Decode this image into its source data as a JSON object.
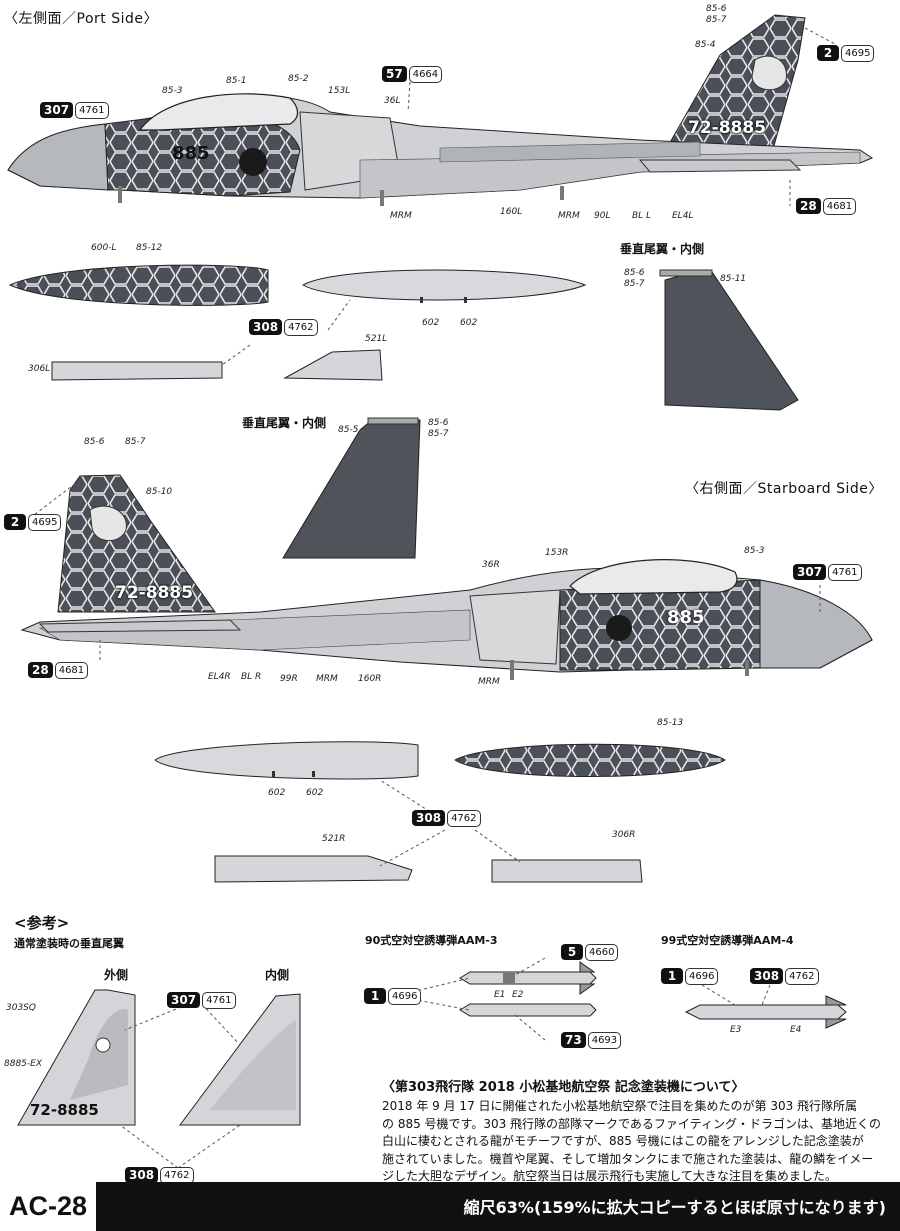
{
  "headers": {
    "port": "〈左側面／Port Side〉",
    "starboard": "〈右側面／Starboard Side〉",
    "vt_inner_1": "垂直尾翼・内側",
    "vt_inner_2": "垂直尾翼・内側"
  },
  "serial": "72-8885",
  "nose_number": "885",
  "labels_port": {
    "l85_3": "85-3",
    "l85_1": "85-1",
    "l85_2": "85-2",
    "l153L": "153L",
    "l36L": "36L",
    "l85_4": "85-4",
    "l85_6": "85-6",
    "l85_7": "85-7",
    "mrm1": "MRM",
    "l160L": "160L",
    "mrm2": "MRM",
    "l90L": "90L",
    "blL": "BL L",
    "el4L": "EL4L"
  },
  "labels_tank_l": {
    "l600L": "600-L",
    "l85_12": "85-12",
    "p602a": "602",
    "p602b": "602",
    "l306L": "306L",
    "l521L": "521L"
  },
  "labels_vt_r": {
    "l85_6": "85-6",
    "l85_7": "85-7",
    "l85_11": "85-11"
  },
  "labels_vt_mid": {
    "l85_5": "85-5",
    "l85_6": "85-6",
    "l85_7": "85-7"
  },
  "labels_star": {
    "l85_6": "85-6",
    "l85_7": "85-7",
    "l85_10": "85-10",
    "l36R": "36R",
    "l153R": "153R",
    "l85_3": "85-3",
    "el4R": "EL4R",
    "blR": "BL R",
    "l99R": "99R",
    "mrm1": "MRM",
    "l160R": "160R",
    "mrm2": "MRM"
  },
  "labels_tank_r": {
    "l85_13": "85-13",
    "p602a": "602",
    "p602b": "602",
    "l521R": "521R",
    "l306R": "306R"
  },
  "badges": {
    "b307a": {
      "b": "307",
      "n": "4761"
    },
    "b57": {
      "b": "57",
      "n": "4664"
    },
    "b2a": {
      "b": "2",
      "n": "4695"
    },
    "b28a": {
      "b": "28",
      "n": "4681"
    },
    "b308a": {
      "b": "308",
      "n": "4762"
    },
    "b2b": {
      "b": "2",
      "n": "4695"
    },
    "b307b": {
      "b": "307",
      "n": "4761"
    },
    "b28b": {
      "b": "28",
      "n": "4681"
    },
    "b308b": {
      "b": "308",
      "n": "4762"
    },
    "b307c": {
      "b": "307",
      "n": "4761"
    },
    "b308c": {
      "b": "308",
      "n": "4762"
    },
    "b5": {
      "b": "5",
      "n": "4660"
    },
    "b1a": {
      "b": "1",
      "n": "4696"
    },
    "b73": {
      "b": "73",
      "n": "4693"
    },
    "b1b": {
      "b": "1",
      "n": "4696"
    },
    "b308d": {
      "b": "308",
      "n": "4762"
    }
  },
  "reference": {
    "title": "<参考>",
    "subtitle": "通常塗装時の垂直尾翼",
    "outer": "外側",
    "inner": "内側",
    "l303SQ": "303SQ",
    "l8885EX": "8885-EX"
  },
  "missiles": {
    "aam3": "90式空対空誘導弾AAM-3",
    "aam4": "99式空対空誘導弾AAM-4",
    "e1": "E1",
    "e2": "E2",
    "e3": "E3",
    "e4": "E4"
  },
  "about": {
    "title": "〈第303飛行隊 2018 小松基地航空祭 記念塗装機について〉",
    "lines": [
      "2018 年 9 月 17 日に開催された小松基地航空祭で注目を集めたのが第 303 飛行隊所属",
      "の 885 号機です。303 飛行隊の部隊マークであるファイティング・ドラゴンは、基地近くの",
      "白山に棲むとされる龍がモチーフですが、885 号機にはこの龍をアレンジした記念塗装が",
      "施されていました。機首や尾翼、そして増加タンクにまで施された塗装は、龍の鱗をイメー",
      "ジした大胆なデザイン。航空祭当日は展示飛行も実施して大きな注目を集めました。"
    ]
  },
  "footer": {
    "code": "AC-28",
    "scale": "縮尺63%(159%に拡大コピーするとほぼ原寸になります)"
  }
}
